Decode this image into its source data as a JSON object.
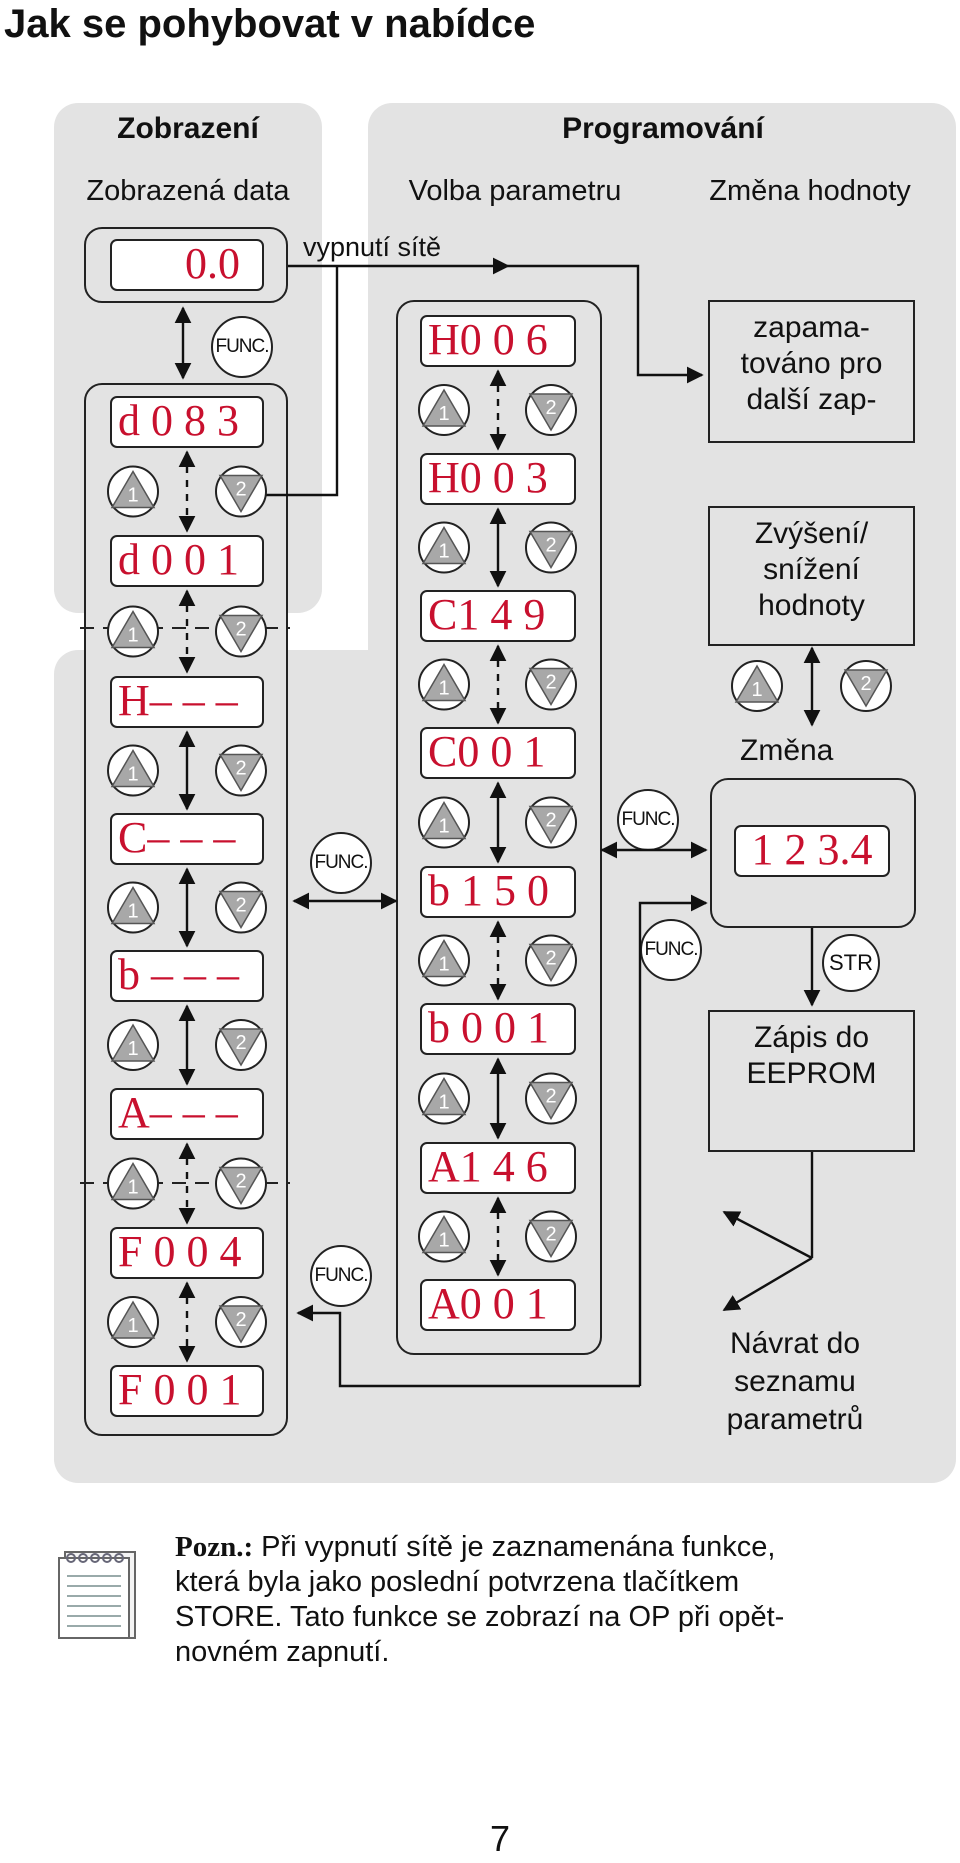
{
  "title": "Jak se pohybovat v nabídce",
  "headers": {
    "zobrazeni": "Zobrazení",
    "programovani": "Programování",
    "zobrazena_data": "Zobrazená data",
    "volba_parametru": "Volba parametru",
    "zmena_hodnoty": "Změna hodnoty"
  },
  "power_off_label": "vypnutí sítě",
  "display_value": "0.0",
  "left_displays": [
    "d 0 8 3",
    "d 0 0 1",
    "H– – –",
    "C– – –",
    "b – – –",
    "A– – –",
    "F 0 0 4",
    "F 0 0 1"
  ],
  "middle_displays": [
    "H0 0 6",
    "H0 0 3",
    "C1 4 9",
    "C0 0 1",
    "b 1 5 0",
    "b 0 0 1",
    "A1 4 6",
    "A0 0 1"
  ],
  "button_up_label": "1",
  "button_down_label": "2",
  "func_label": "FUNC.",
  "str_label": "STR",
  "right": {
    "saved": "zapama-\ntováno pro\ndalší zap-",
    "inc_dec": "Zvýšení/\nsnížení\nhodnoty",
    "zmena": "Změna",
    "edit_value": "1 2 3.4",
    "eeprom": "Zápis do\nEEPROM",
    "return": "Návrat do\nseznamu\nparametrů"
  },
  "note": {
    "title": "Pozn.:",
    "line1": " Při vypnutí sítě je zaznamenána funkce,",
    "line2": "která byla jako poslední potvrzena tlačítkem",
    "line3": "STORE. Tato funkce se zobrazí na OP při opět-",
    "line4": "novném zapnutí."
  },
  "page_number": "7",
  "colors": {
    "lcd_text": "#c8102e",
    "panel": "#e3e3e3",
    "button": "#a8a8a8"
  }
}
